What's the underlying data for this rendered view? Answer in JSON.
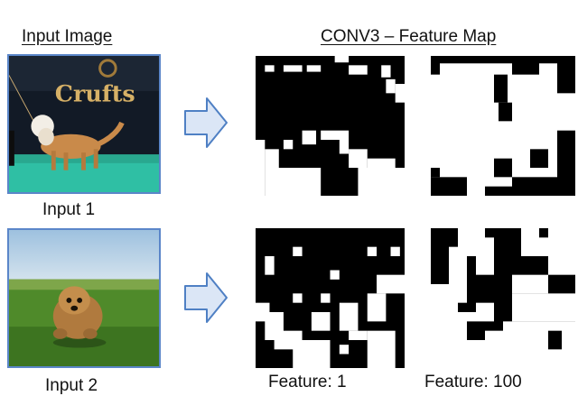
{
  "headings": {
    "input": "Input Image",
    "feature_map": "CONV3 – Feature Map"
  },
  "inputs": [
    {
      "caption": "Input 1",
      "photo_text": "Crufts"
    },
    {
      "caption": "Input 2"
    }
  ],
  "features": [
    {
      "label": "Feature: 1"
    },
    {
      "label": "Feature: 100"
    }
  ],
  "colors": {
    "photo_border": "#5b86c9",
    "arrow_fill": "#dbe6f6",
    "arrow_stroke": "#4f80c4",
    "feature_map_background": "#000000",
    "feature_map_activation": "#ffffff"
  },
  "icons": [
    "right-arrow-icon",
    "right-arrow-icon"
  ]
}
